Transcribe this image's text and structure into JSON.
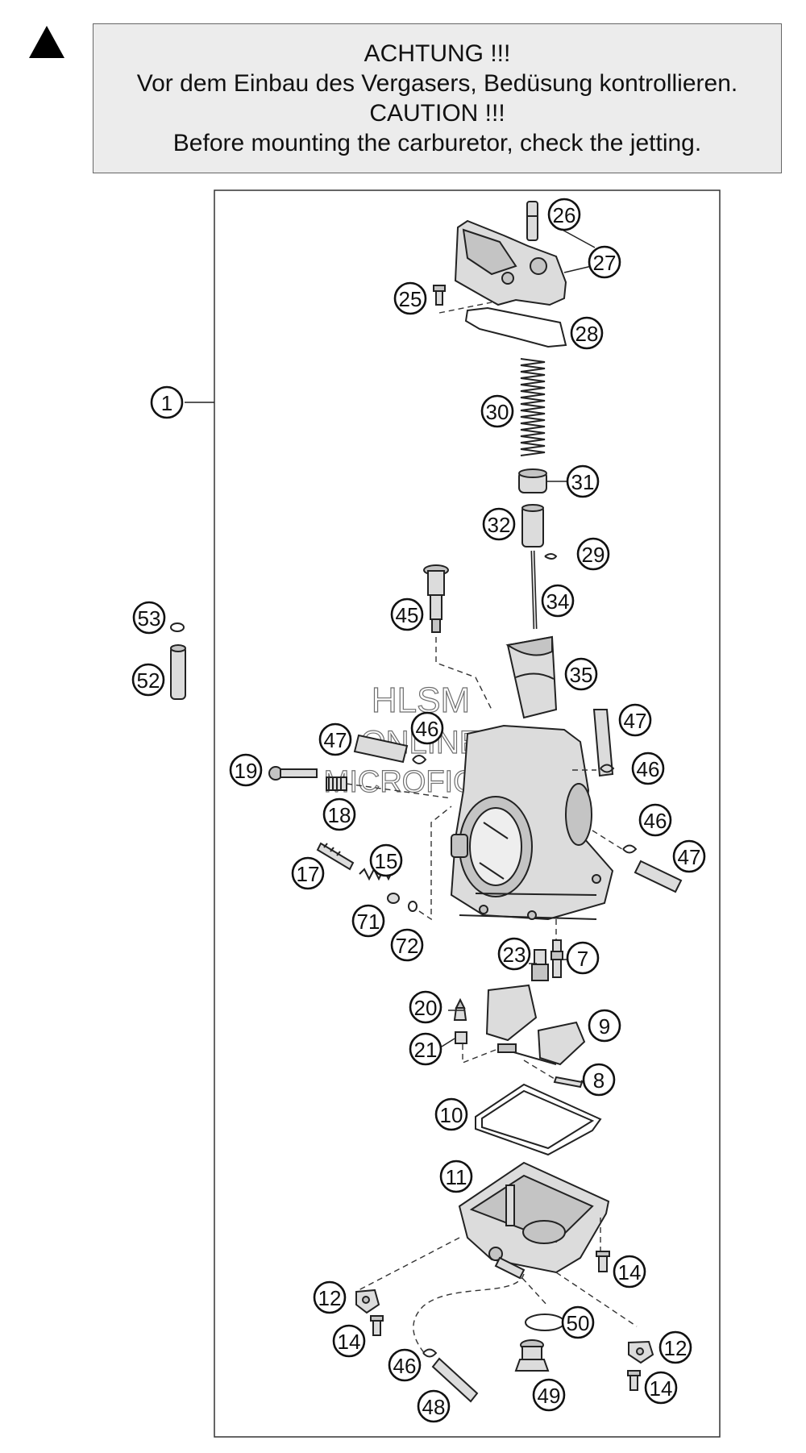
{
  "notice": {
    "lines": [
      "ACHTUNG !!!",
      "Vor dem Einbau des Vergasers, Bedüsung kontrollieren.",
      "CAUTION !!!",
      "Before mounting the carburetor, check the jetting."
    ]
  },
  "warning_icon": "warning-triangle-icon",
  "watermark": [
    "HLSM",
    "ONLINE",
    "MICROFICHE"
  ],
  "callouts": {
    "c1": "1",
    "c7": "7",
    "c8": "8",
    "c9": "9",
    "c10": "10",
    "c11": "11",
    "c12a": "12",
    "c12b": "12",
    "c14a": "14",
    "c14b": "14",
    "c14c": "14",
    "c15": "15",
    "c17": "17",
    "c18": "18",
    "c19": "19",
    "c20": "20",
    "c21": "21",
    "c23": "23",
    "c25": "25",
    "c26": "26",
    "c27": "27",
    "c28": "28",
    "c29": "29",
    "c30": "30",
    "c31": "31",
    "c32": "32",
    "c34": "34",
    "c35": "35",
    "c45": "45",
    "c46a": "46",
    "c46b": "46",
    "c46c": "46",
    "c46d": "46",
    "c47a": "47",
    "c47b": "47",
    "c47c": "47",
    "c48": "48",
    "c49": "49",
    "c50": "50",
    "c52": "52",
    "c53": "53",
    "c71": "71",
    "c72": "72"
  }
}
